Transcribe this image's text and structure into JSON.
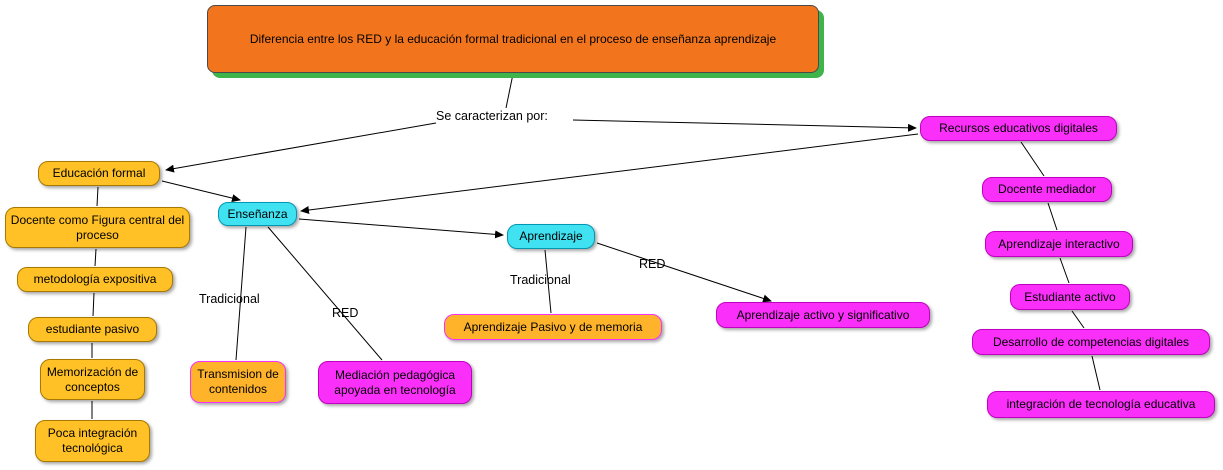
{
  "title": "Diferencia entre los RED y la educación formal tradicional en el proceso de enseñanza aprendizaje",
  "labels": {
    "se_caracterizan": "Se caracterizan por:",
    "tradicional_ensenanza": "Tradicional",
    "red_ensenanza": "RED",
    "tradicional_aprendizaje": "Tradicional",
    "red_aprendizaje": "RED"
  },
  "nodes": {
    "educacion_formal": "Educación formal",
    "docente_figura_central": "Docente como Figura central del proceso",
    "metodologia_expositiva": "metodología expositiva",
    "estudiante_pasivo": "estudiante pasivo",
    "memorizacion_conceptos": "Memorización de conceptos",
    "poca_integracion": "Poca integración tecnológica",
    "ensenanza": "Enseñanza",
    "aprendizaje": "Aprendizaje",
    "transmision_contenidos": "Transmision de contenidos",
    "mediacion_pedagogica": "Mediación pedagógica apoyada en tecnología",
    "aprendizaje_pasivo": "Aprendizaje Pasivo y de memoria",
    "aprendizaje_activo": "Aprendizaje activo y significativo",
    "recursos_digitales": "Recursos educativos digitales",
    "docente_mediador": "Docente mediador",
    "aprendizaje_interactivo": "Aprendizaje interactivo",
    "estudiante_activo": "Estudiante activo",
    "desarrollo_competencias": "Desarrollo de competencias digitales",
    "integracion_tecnologia": "integración de tecnología educativa"
  },
  "colors": {
    "orange": "#f2751d",
    "green_shadow": "#3eb44a",
    "gold": "#ffc125",
    "gold2": "#ffb32b",
    "gold_border": "#a87900",
    "cyan": "#40e2f2",
    "cyan_border": "#0097b2",
    "magenta": "#fa30fa",
    "magenta_border": "#c000c0",
    "line": "#000000"
  }
}
